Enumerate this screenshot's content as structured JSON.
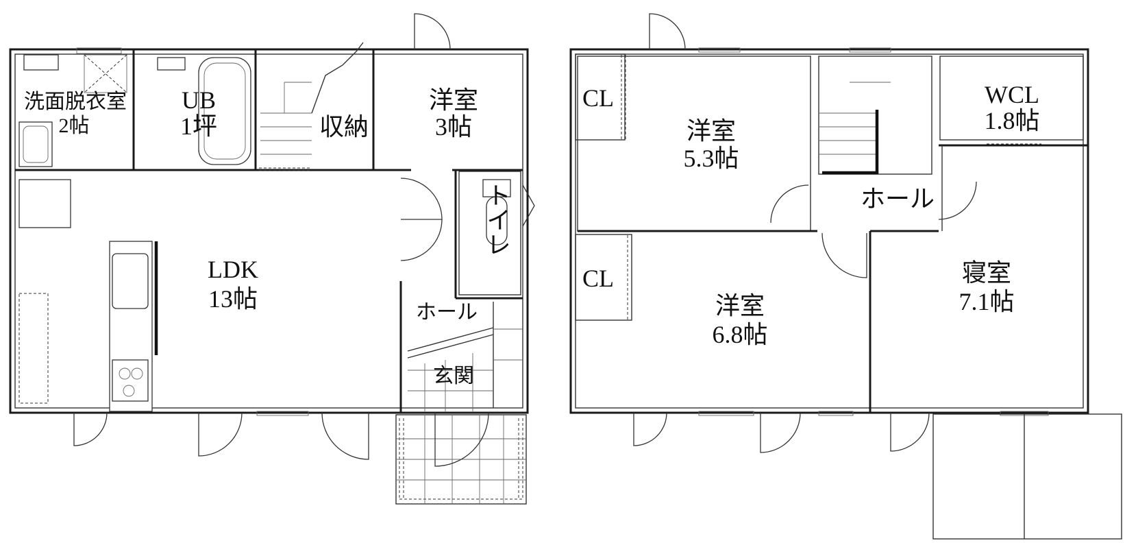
{
  "floor1": {
    "washroom": {
      "name": "洗面脱衣室",
      "size": "2帖"
    },
    "bath": {
      "name": "UB",
      "size": "1坪"
    },
    "storage": {
      "name": "収納"
    },
    "western3": {
      "name": "洋室",
      "size": "3帖"
    },
    "ldk": {
      "name": "LDK",
      "size": "13帖"
    },
    "toilet": {
      "name": "トイレ"
    },
    "hall": {
      "name": "ホール"
    },
    "entrance": {
      "name": "玄関"
    }
  },
  "floor2": {
    "closet1": {
      "name": "CL"
    },
    "western53": {
      "name": "洋室",
      "size": "5.3帖"
    },
    "wcl": {
      "name": "WCL",
      "size": "1.8帖"
    },
    "hall": {
      "name": "ホール"
    },
    "closet2": {
      "name": "CL"
    },
    "western68": {
      "name": "洋室",
      "size": "6.8帖"
    },
    "bedroom": {
      "name": "寝室",
      "size": "7.1帖"
    }
  }
}
